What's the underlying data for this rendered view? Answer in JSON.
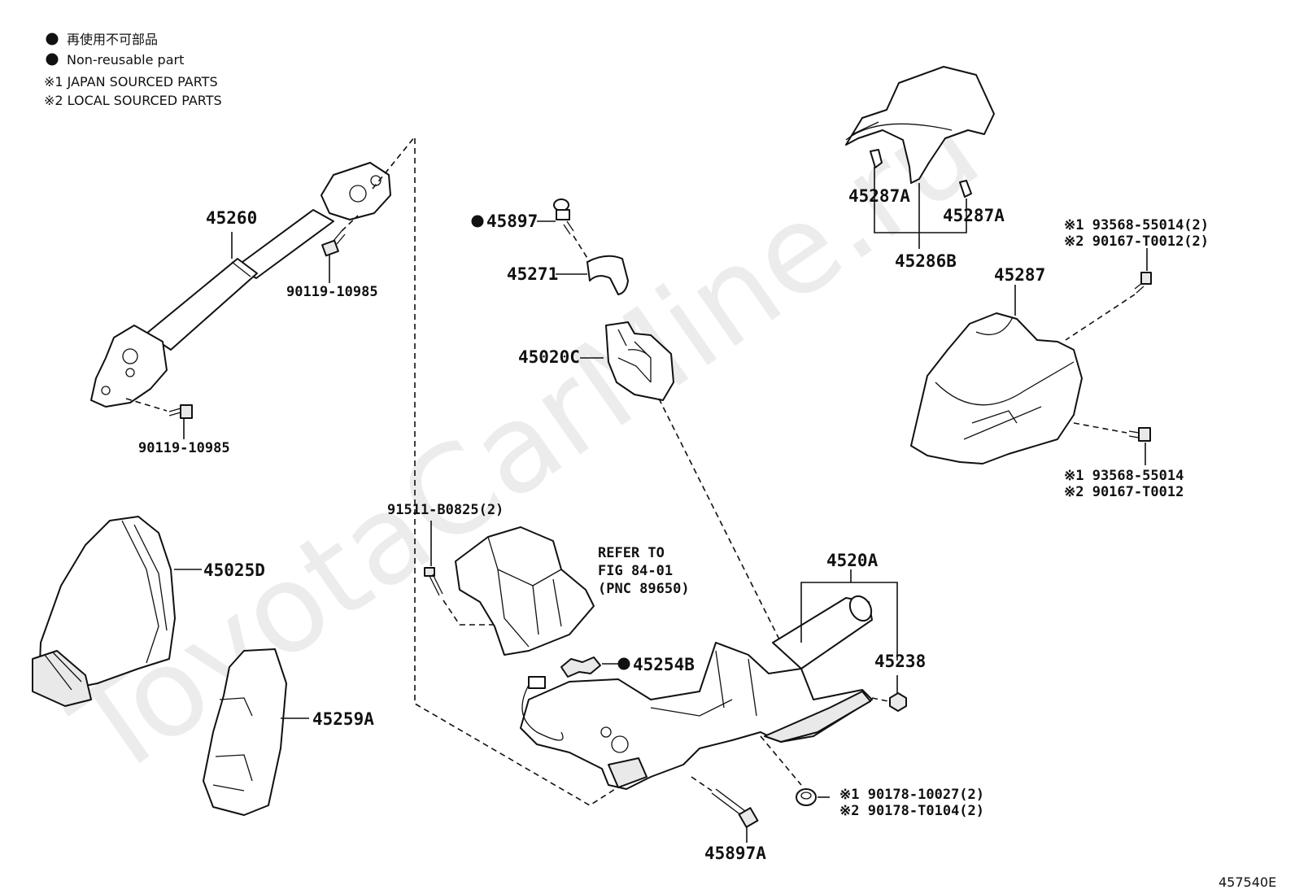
{
  "legend": {
    "jp_non_reusable": "再使用不可部品",
    "en_non_reusable": "Non-reusable part",
    "note1": "※1 JAPAN SOURCED PARTS",
    "note2": "※2 LOCAL SOURCED PARTS"
  },
  "watermark": "ToyotaCarMine.ru",
  "figure_code": "457540E",
  "parts": {
    "p45260": "45260",
    "p90119_a": "90119-10985",
    "p90119_b": "90119-10985",
    "p45897": "45897",
    "p45271": "45271",
    "p45020C": "45020C",
    "p45287A_l": "45287A",
    "p45287A_r": "45287A",
    "p45286B": "45286B",
    "p45287": "45287",
    "p93568_top_1": "※1  93568-55014(2)",
    "p90167_top_2": "※2  90167-T0012(2)",
    "p93568_bot_1": "※1  93568-55014",
    "p90167_bot_2": "※2  90167-T0012",
    "p91511": "91511-B0825(2)",
    "refer_1": "REFER TO",
    "refer_2": "FIG 84-01",
    "refer_3": "(PNC 89650)",
    "p45025D": "45025D",
    "p45259A": "45259A",
    "p4520A": "4520A",
    "p45238": "45238",
    "p45254B": "45254B",
    "p90178_1": "※1  90178-10027(2)",
    "p90178_2": "※2  90178-T0104(2)",
    "p45897A": "45897A"
  },
  "colors": {
    "ink": "#111111",
    "paper": "#ffffff",
    "shade": "#e9e9e9"
  }
}
